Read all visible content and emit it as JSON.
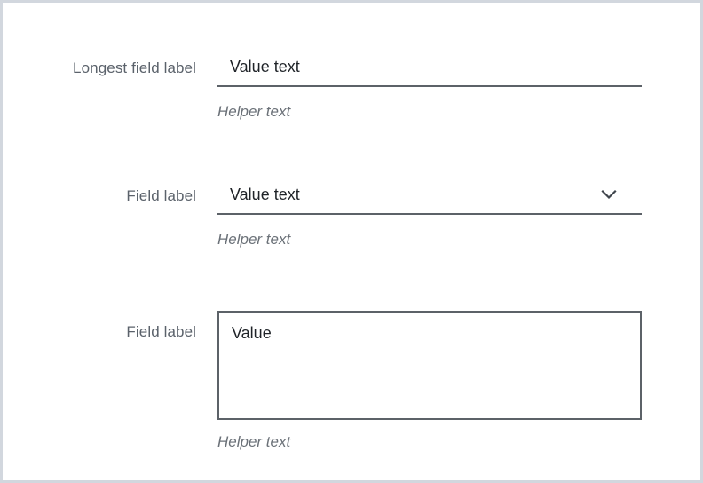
{
  "panel": {
    "border_color": "#d2d7de",
    "background": "#ffffff"
  },
  "colors": {
    "label": "#5b626b",
    "value": "#1f2328",
    "helper": "#6b7178",
    "field_line": "#5c6268",
    "panel_border": "#d2d7de"
  },
  "form": {
    "fields": [
      {
        "type": "text",
        "label": "Longest field label",
        "value": "Value text",
        "placeholder": "",
        "helper": "Helper text"
      },
      {
        "type": "select",
        "label": "Field label",
        "value": "Value text",
        "helper": "Helper text",
        "icon": "chevron-down-icon",
        "options": [
          "Value text"
        ]
      },
      {
        "type": "textarea",
        "label": "Field label",
        "value": "Value",
        "placeholder": "",
        "helper": "Helper text"
      }
    ]
  }
}
